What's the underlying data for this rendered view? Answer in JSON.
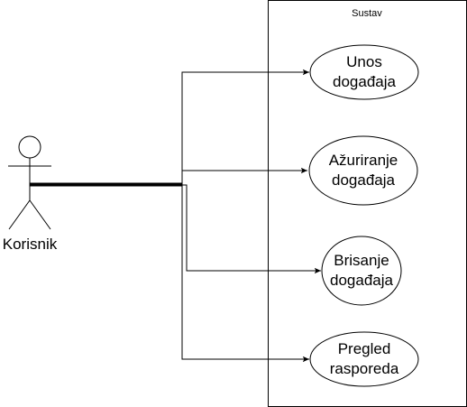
{
  "system": {
    "title": "Sustav"
  },
  "actor": {
    "name": "Korisnik"
  },
  "use_cases": [
    {
      "line1": "Unos",
      "line2": "događaja"
    },
    {
      "line1": "Ažuriranje",
      "line2": "događaja"
    },
    {
      "line1": "Brisanje",
      "line2": "događaja"
    },
    {
      "line1": "Pregled",
      "line2": "rasporeda"
    }
  ]
}
